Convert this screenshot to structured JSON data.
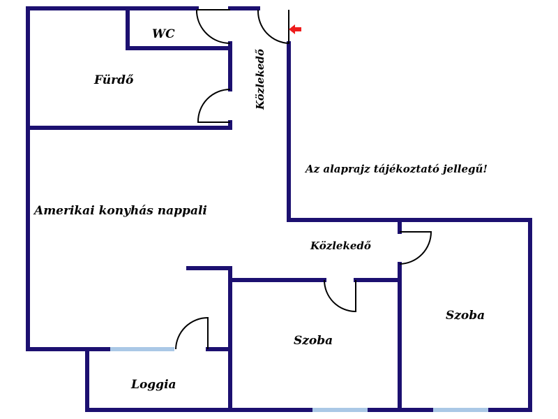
{
  "rooms": {
    "wc": "WC",
    "bathroom": "Fürdő",
    "corridor_vertical": "Közlekedő",
    "living_room": "Amerikai konyhás nappali",
    "corridor_horizontal": "Közlekedő",
    "room_middle": "Szoba",
    "room_right": "Szoba",
    "loggia": "Loggia"
  },
  "note": "Az alaprajz tájékoztató jellegű!",
  "colors": {
    "wall": "#1c1070",
    "window": "#aac8e6",
    "entrance_arrow": "#ee1c1c",
    "door_line": "#000000"
  },
  "icons": {
    "entrance": "entrance-arrow-icon"
  }
}
